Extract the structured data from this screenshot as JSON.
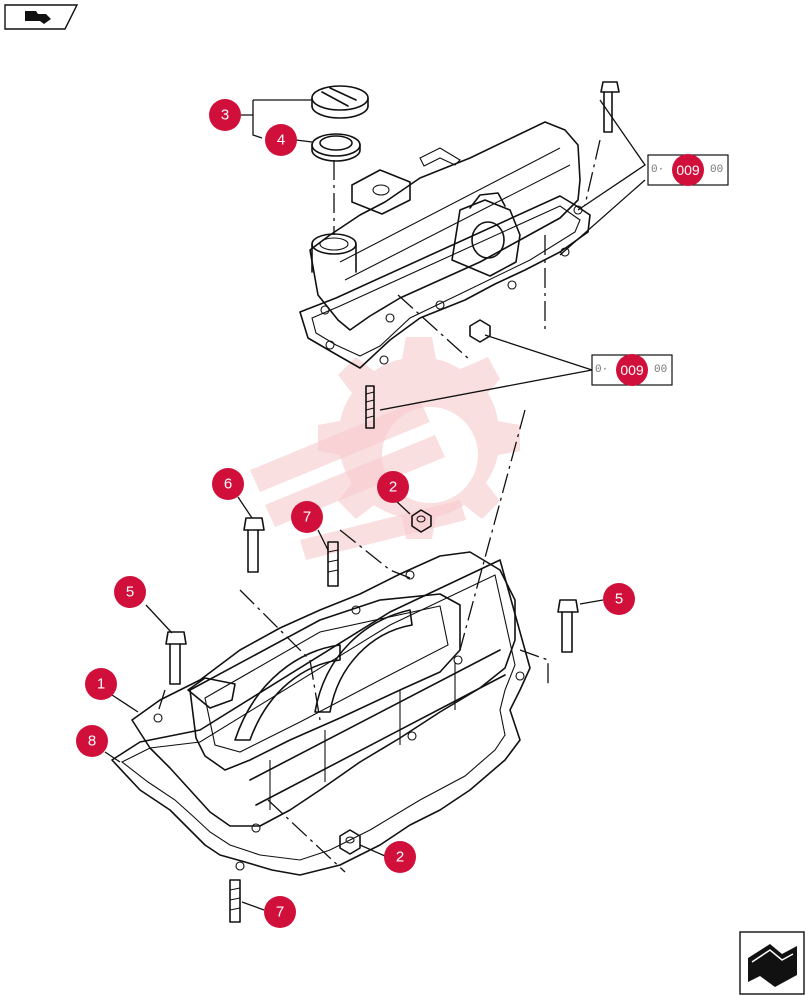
{
  "colors": {
    "callout": "#d0103a",
    "watermark": "#f6c3c7",
    "line": "#111111"
  },
  "icons": {
    "nav_prev": "prev-page-arrow-icon",
    "nav_next": "next-page-arrow-icon",
    "watermark": "gear-watermark-icon"
  },
  "callouts": [
    {
      "label": "3"
    },
    {
      "label": "4"
    },
    {
      "label": "6"
    },
    {
      "label": "2"
    },
    {
      "label": "7"
    },
    {
      "label": "5"
    },
    {
      "label": "5"
    },
    {
      "label": "1"
    },
    {
      "label": "8"
    },
    {
      "label": "2"
    },
    {
      "label": "7"
    }
  ],
  "references": [
    {
      "label": "009",
      "prefix": "0·",
      "suffix": "00"
    },
    {
      "label": "009",
      "prefix": "0·",
      "suffix": "00"
    }
  ]
}
